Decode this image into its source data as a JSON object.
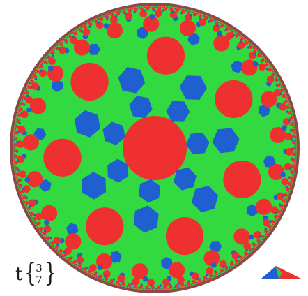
{
  "notation": {
    "base": "t",
    "schlafli_p": "3",
    "schlafli_q": "7"
  },
  "colors": {
    "background": "#ffffff",
    "disk_fill": "#33d940",
    "disk_edge": "#8e4848",
    "heptagon": "#ee3030",
    "triangle": "#1f5fd0",
    "link_edge": "#2ecc40"
  }
}
